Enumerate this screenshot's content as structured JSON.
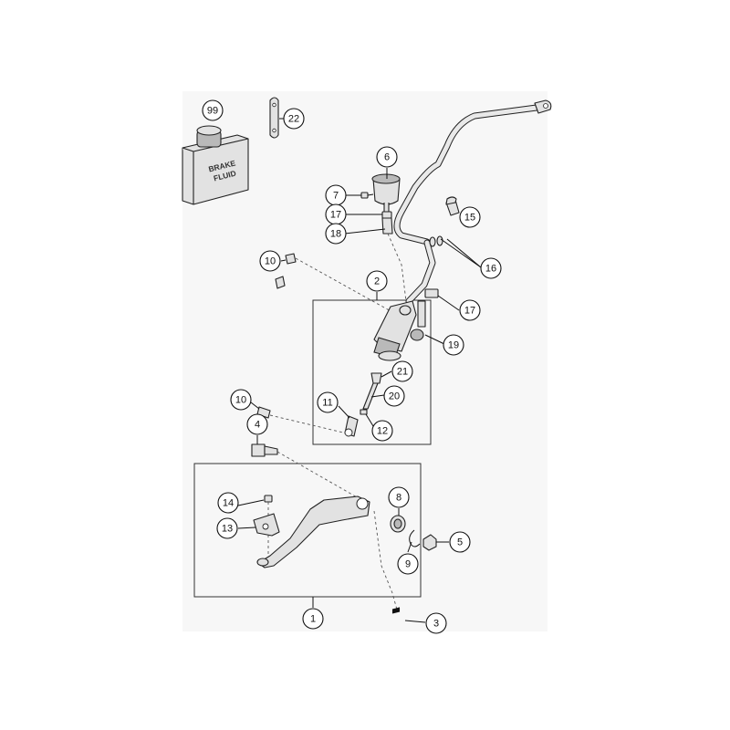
{
  "diagram": {
    "container_label": "BRAKE\nFLUID",
    "container_label_lines": [
      "BRAKE",
      "FLUID"
    ],
    "callouts": [
      {
        "id": "c99",
        "num": "99"
      },
      {
        "id": "c22",
        "num": "22"
      },
      {
        "id": "c6",
        "num": "6"
      },
      {
        "id": "c7",
        "num": "7"
      },
      {
        "id": "c17a",
        "num": "17"
      },
      {
        "id": "c18",
        "num": "18"
      },
      {
        "id": "c15",
        "num": "15"
      },
      {
        "id": "c16",
        "num": "16"
      },
      {
        "id": "c10a",
        "num": "10"
      },
      {
        "id": "c2",
        "num": "2"
      },
      {
        "id": "c17b",
        "num": "17"
      },
      {
        "id": "c19",
        "num": "19"
      },
      {
        "id": "c21",
        "num": "21"
      },
      {
        "id": "c10b",
        "num": "10"
      },
      {
        "id": "c11",
        "num": "11"
      },
      {
        "id": "c20",
        "num": "20"
      },
      {
        "id": "c12",
        "num": "12"
      },
      {
        "id": "c4",
        "num": "4"
      },
      {
        "id": "c8",
        "num": "8"
      },
      {
        "id": "c14",
        "num": "14"
      },
      {
        "id": "c13",
        "num": "13"
      },
      {
        "id": "c5",
        "num": "5"
      },
      {
        "id": "c9",
        "num": "9"
      },
      {
        "id": "c1",
        "num": "1"
      },
      {
        "id": "c3",
        "num": "3"
      }
    ]
  }
}
